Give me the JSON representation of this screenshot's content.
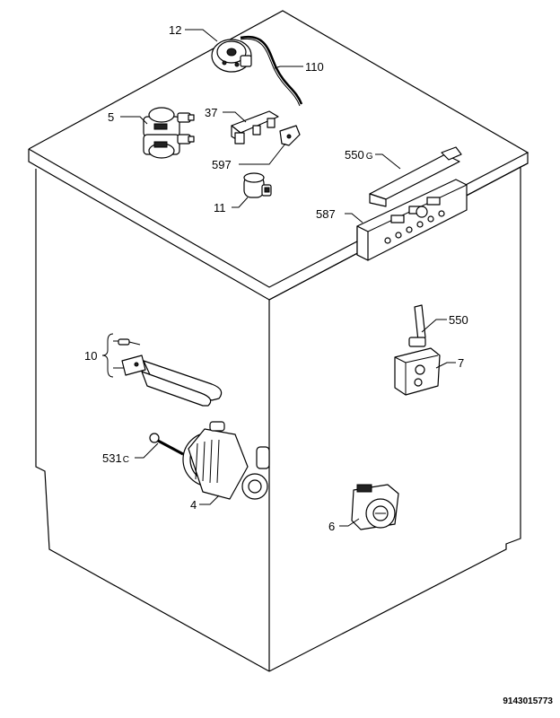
{
  "labels": {
    "p12": "12",
    "p110": "110",
    "p5": "5",
    "p37": "37",
    "p597": "597",
    "p11": "11",
    "p550g": "550",
    "p550g_suffix": "G",
    "p587": "587",
    "p550": "550",
    "p7": "7",
    "p10": "10",
    "p531c": "531",
    "p531c_suffix": "C",
    "p4": "4",
    "p6": "6"
  },
  "drawing_code": "9143015773"
}
